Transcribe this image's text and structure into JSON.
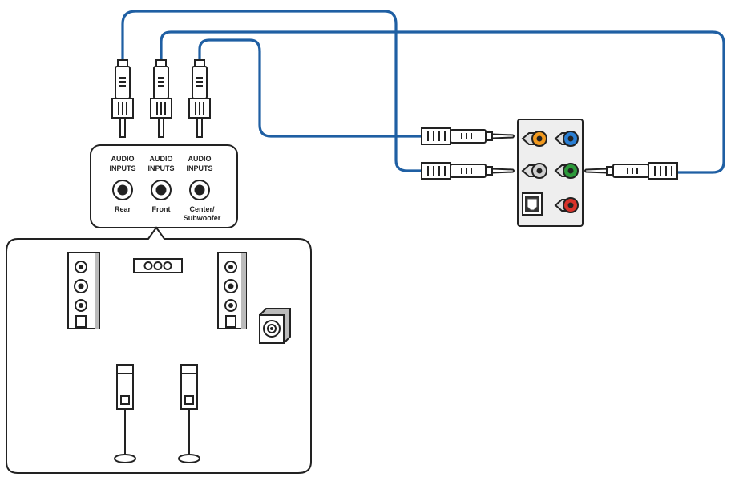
{
  "speaker_system": {
    "inputs": [
      {
        "line1": "AUDIO",
        "line2": "INPUTS",
        "name_line1": "Rear",
        "name_line2": ""
      },
      {
        "line1": "AUDIO",
        "line2": "INPUTS",
        "name_line1": "Front",
        "name_line2": ""
      },
      {
        "line1": "AUDIO",
        "line2": "INPUTS",
        "name_line1": "Center/",
        "name_line2": "Subwoofer"
      }
    ]
  },
  "audio_panel": {
    "jack_colors": {
      "orange": "#f29a1f",
      "blue": "#2a7fd4",
      "grey": "#cfcfcf",
      "green": "#2d9a3b",
      "red": "#d8322a"
    },
    "icons": [
      "optical-spdif-port-icon"
    ]
  },
  "colors": {
    "cable": "#1f5fa3",
    "outline": "#222222"
  }
}
